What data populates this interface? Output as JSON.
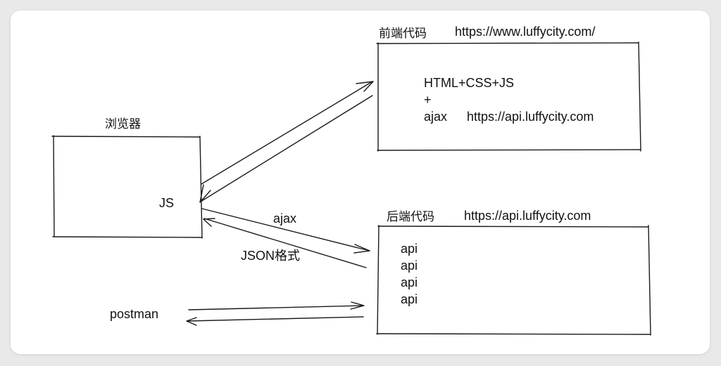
{
  "browser": {
    "title": "浏览器",
    "js_label": "JS"
  },
  "frontend": {
    "title": "前端代码",
    "url": "https://www.luffycity.com/",
    "lines": [
      "HTML+CSS+JS",
      "+"
    ],
    "ajax_label": "ajax",
    "ajax_url": "https://api.luffycity.com"
  },
  "backend": {
    "title": "后端代码",
    "url": "https://api.luffycity.com",
    "apis": [
      "api",
      "api",
      "api",
      "api"
    ]
  },
  "edges": {
    "ajax_label": "ajax",
    "json_label": "JSON格式",
    "postman_label": "postman"
  },
  "colors": {
    "stroke": "#1a1a1a",
    "background": "#ffffff",
    "frame": "#e9e9ea"
  }
}
